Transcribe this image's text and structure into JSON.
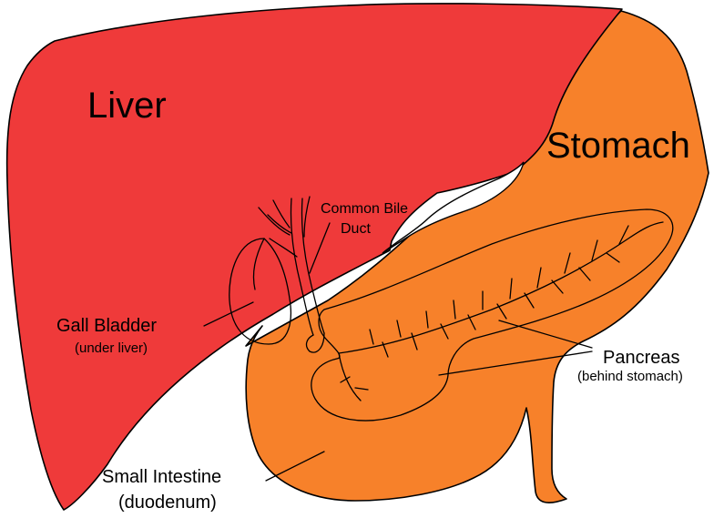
{
  "labels": {
    "liver": "Liver",
    "stomach": "Stomach",
    "common_bile_duct_line1": "Common Bile",
    "common_bile_duct_line2": "Duct",
    "gall_bladder": "Gall Bladder",
    "gall_bladder_note": "(under liver)",
    "pancreas": "Pancreas",
    "pancreas_note": "(behind stomach)",
    "small_intestine": "Small Intestine",
    "small_intestine_note": "(duodenum)"
  },
  "colors": {
    "liver": "#ef3a3a",
    "stomach_intestine": "#f7812a",
    "outline": "#000000",
    "background": "#ffffff"
  }
}
